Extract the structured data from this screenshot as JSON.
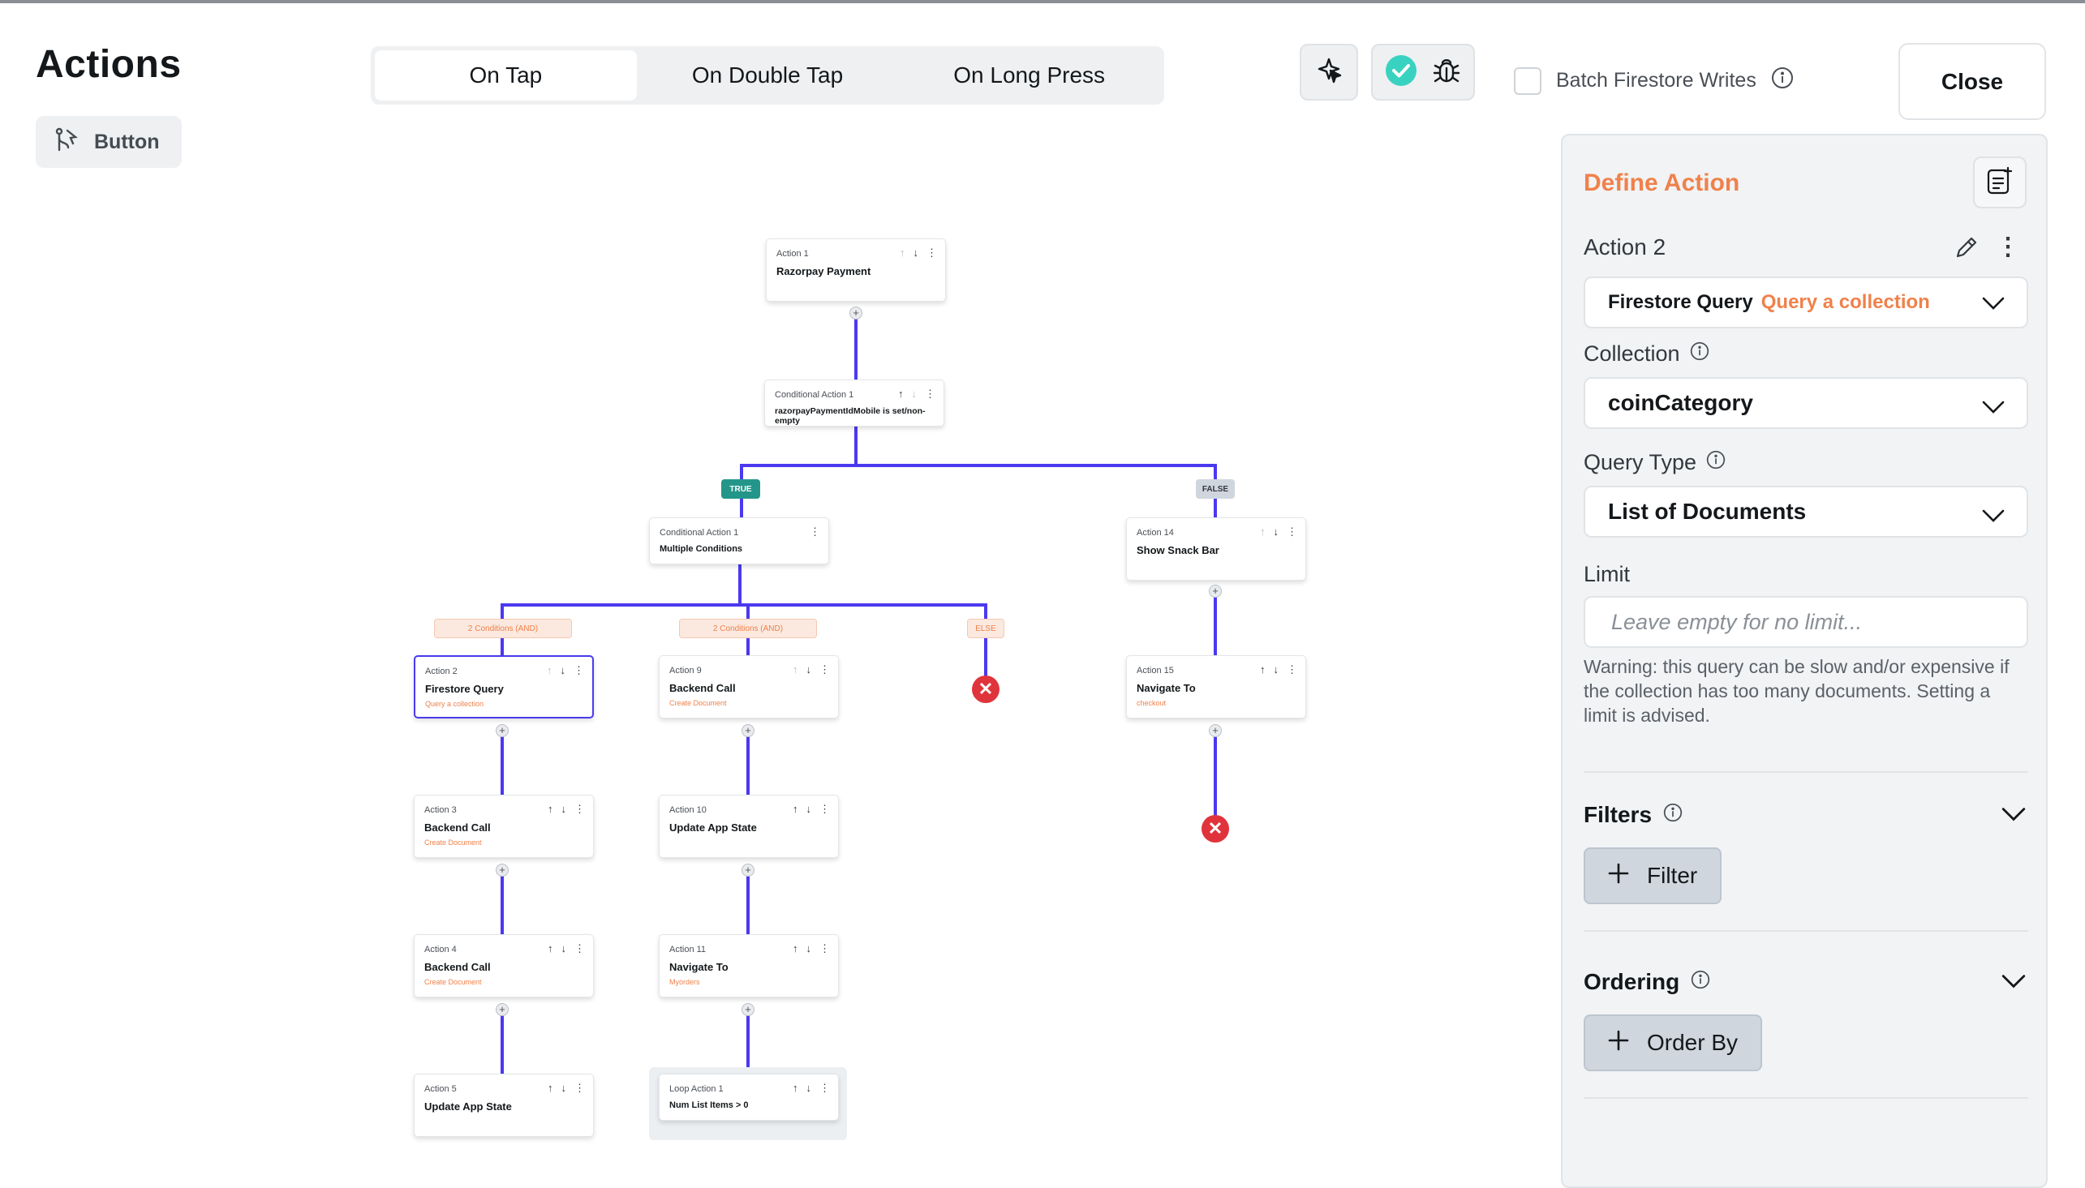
{
  "header": {
    "title": "Actions",
    "widget_label": "Button"
  },
  "tabs": [
    {
      "label": "On Tap",
      "active": true
    },
    {
      "label": "On Double Tap",
      "active": false
    },
    {
      "label": "On Long Press",
      "active": false
    }
  ],
  "toolbar": {
    "batch_label": "Batch Firestore Writes",
    "close_label": "Close"
  },
  "panel": {
    "title": "Define Action",
    "action_name": "Action 2",
    "action_type": "Firestore Query",
    "action_subtype": "Query a collection",
    "collection_label": "Collection",
    "collection_value": "coinCategory",
    "query_type_label": "Query Type",
    "query_type_value": "List of Documents",
    "limit_label": "Limit",
    "limit_placeholder": "Leave empty for no limit...",
    "warning": "Warning: this query can be slow and/or expensive if the collection has too many documents. Setting a limit is advised.",
    "filters_label": "Filters",
    "filter_button": "Filter",
    "ordering_label": "Ordering",
    "order_button": "Order By"
  },
  "flow": {
    "a1": {
      "num": "Action 1",
      "name": "Razorpay Payment"
    },
    "c1": {
      "num": "Conditional Action 1",
      "name": "razorpayPaymentIdMobile is set/non-empty"
    },
    "true_tag": "TRUE",
    "false_tag": "FALSE",
    "c2": {
      "num": "Conditional Action 1",
      "name": "Multiple Conditions"
    },
    "a14": {
      "num": "Action 14",
      "name": "Show Snack Bar"
    },
    "cond_a": "2 Conditions (AND)",
    "cond_b": "2 Conditions (AND)",
    "else_tag": "ELSE",
    "a2": {
      "num": "Action 2",
      "name": "Firestore Query",
      "sub": "Query a collection"
    },
    "a9": {
      "num": "Action 9",
      "name": "Backend Call",
      "sub": "Create Document"
    },
    "a15": {
      "num": "Action 15",
      "name": "Navigate To",
      "sub": "checkout"
    },
    "a3": {
      "num": "Action 3",
      "name": "Backend Call",
      "sub": "Create Document"
    },
    "a10": {
      "num": "Action 10",
      "name": "Update App State"
    },
    "a4": {
      "num": "Action 4",
      "name": "Backend Call",
      "sub": "Create Document"
    },
    "a11": {
      "num": "Action 11",
      "name": "Navigate To",
      "sub": "Myorders"
    },
    "a5": {
      "num": "Action 5",
      "name": "Update App State"
    },
    "loop": {
      "num": "Loop Action 1",
      "name": "Num List Items  >  0"
    }
  },
  "colors": {
    "accent": "#4b39ef",
    "orange": "#f0814a",
    "true_green": "#249689",
    "error_red": "#e0343c",
    "check_teal": "#39d2c0"
  }
}
